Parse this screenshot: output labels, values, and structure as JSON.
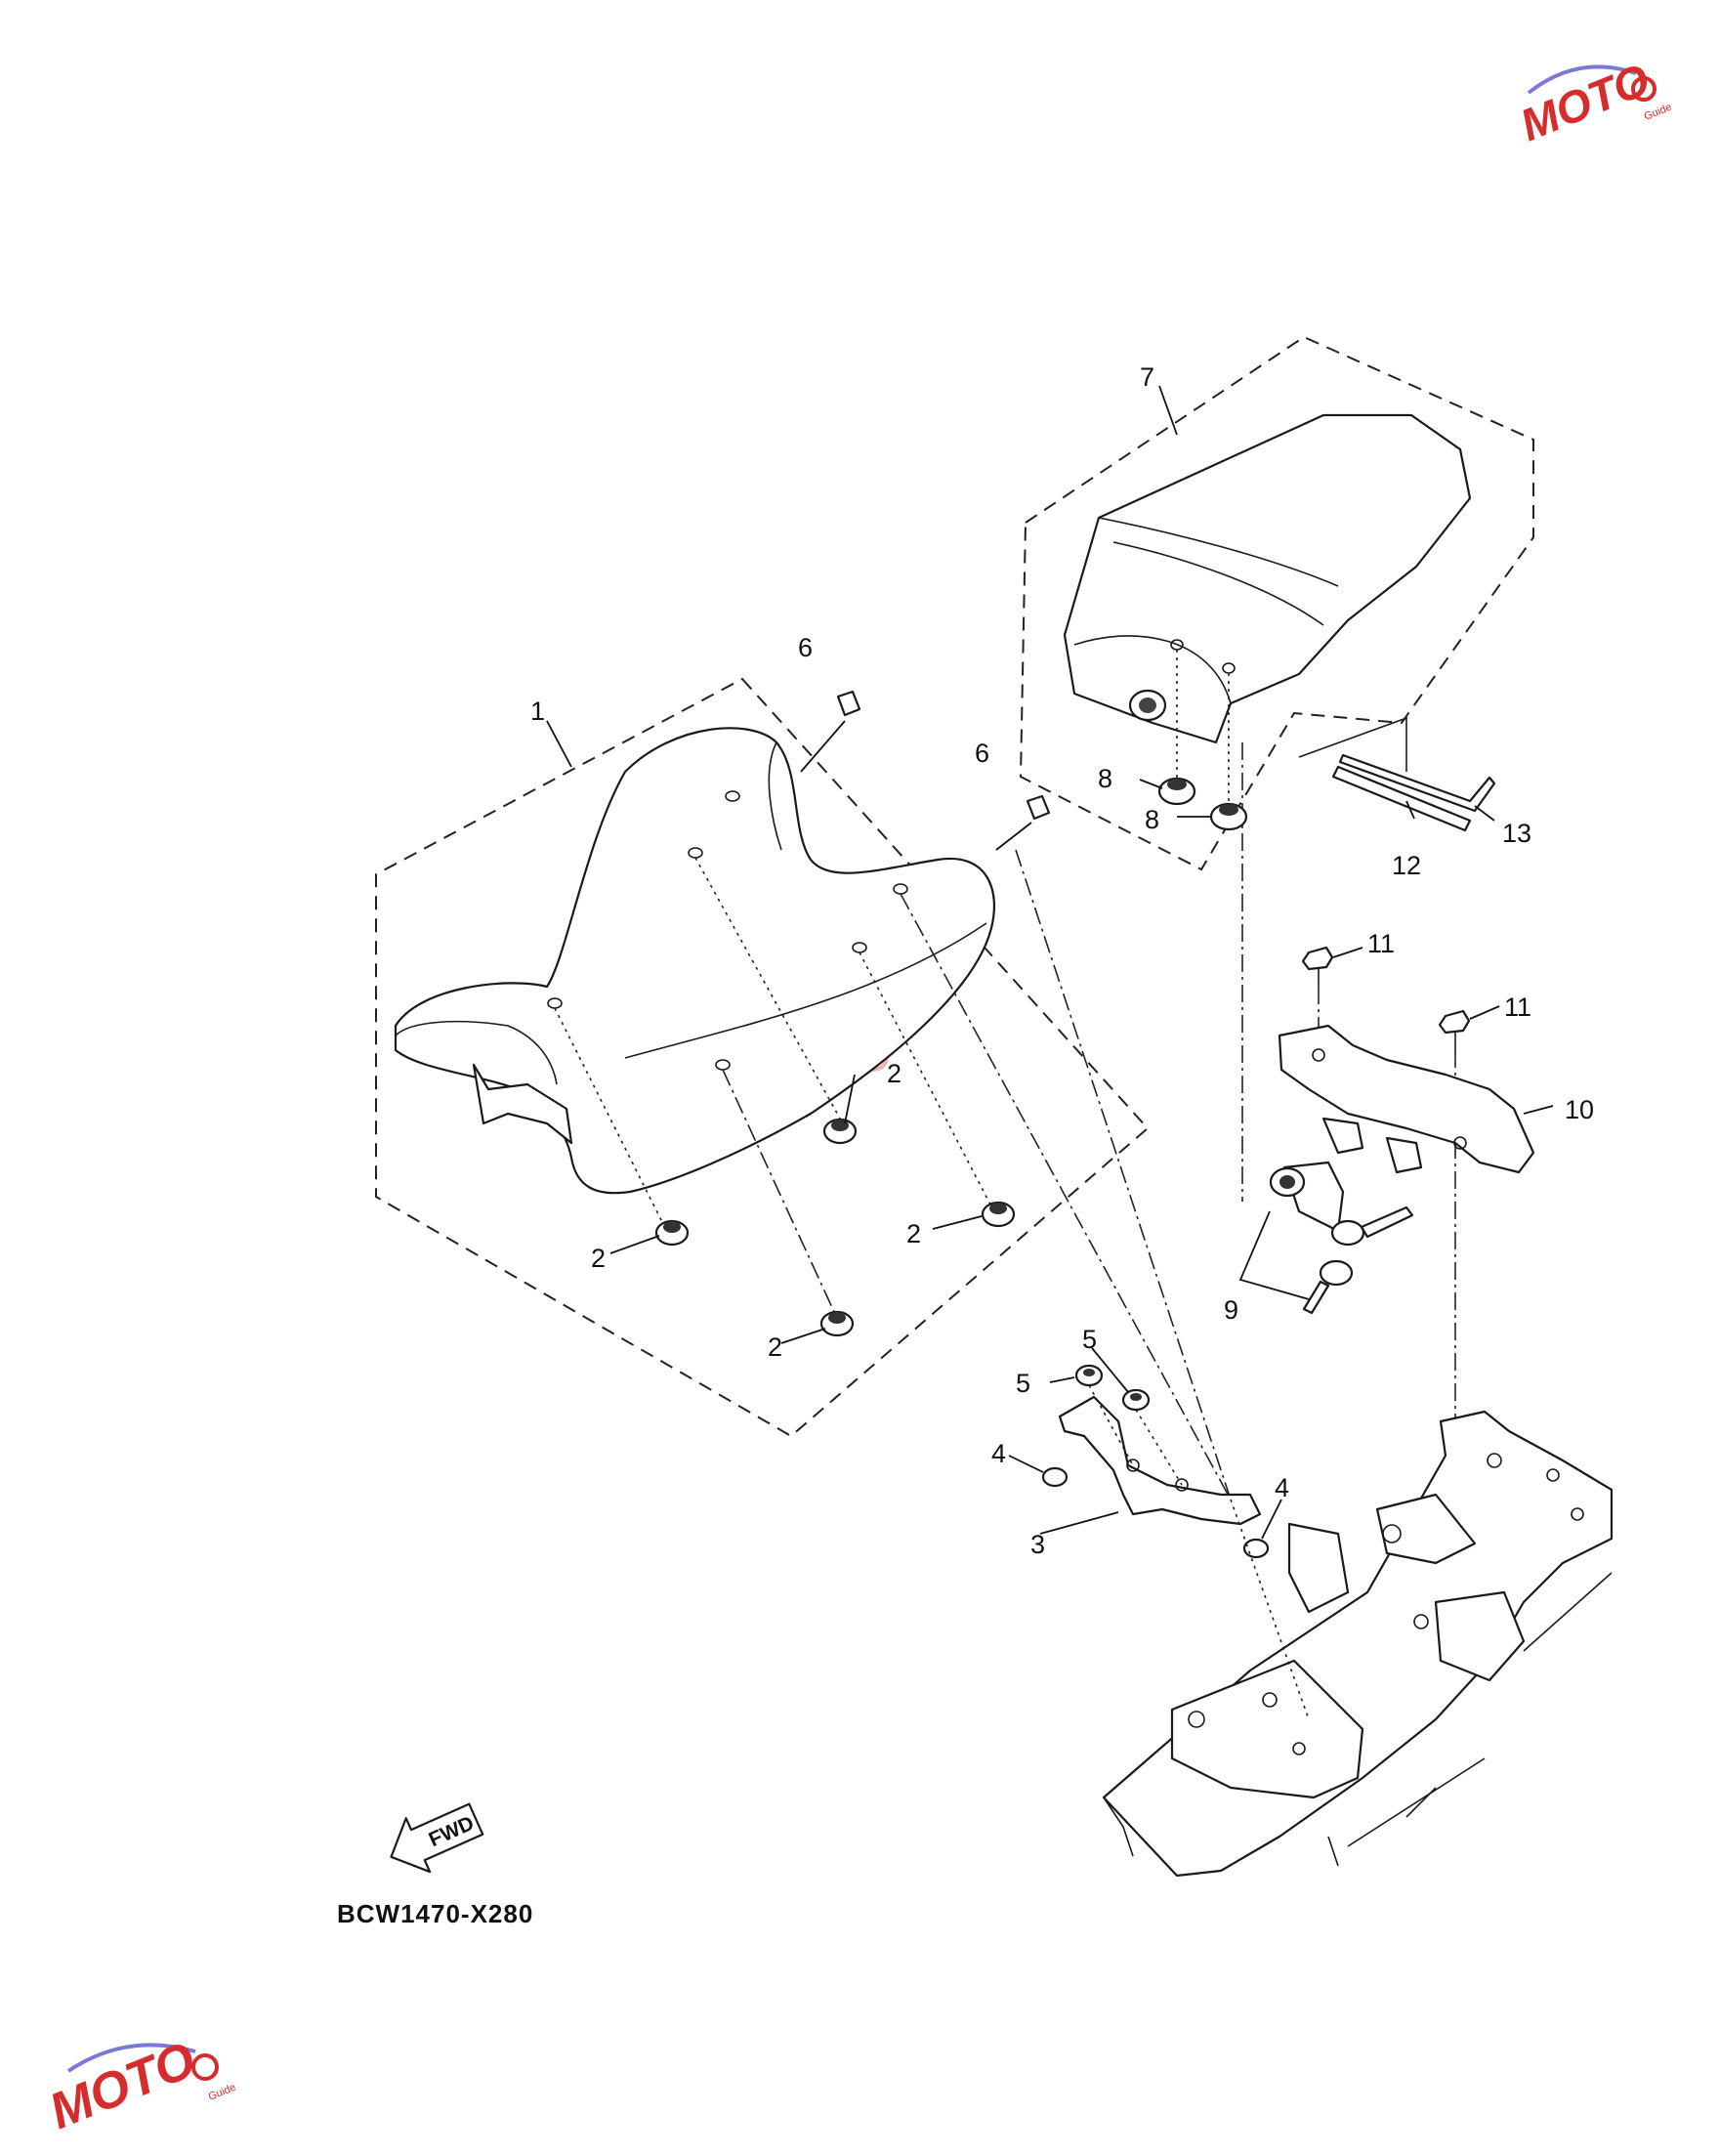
{
  "diagram": {
    "callouts": {
      "c1": "1",
      "c2a": "2",
      "c2b": "2",
      "c2c": "2",
      "c2d": "2",
      "c3": "3",
      "c4a": "4",
      "c4b": "4",
      "c5a": "5",
      "c5b": "5",
      "c6a": "6",
      "c6b": "6",
      "c7": "7",
      "c8a": "8",
      "c8b": "8",
      "c9": "9",
      "c10": "10",
      "c11a": "11",
      "c11b": "11",
      "c12": "12",
      "c13": "13"
    },
    "fwd_label": "FWD",
    "drawing_code": "BCW1470-X280"
  },
  "watermark": {
    "brand": "MOTO",
    "sub": "Guide",
    "color": "#d62c2c"
  }
}
